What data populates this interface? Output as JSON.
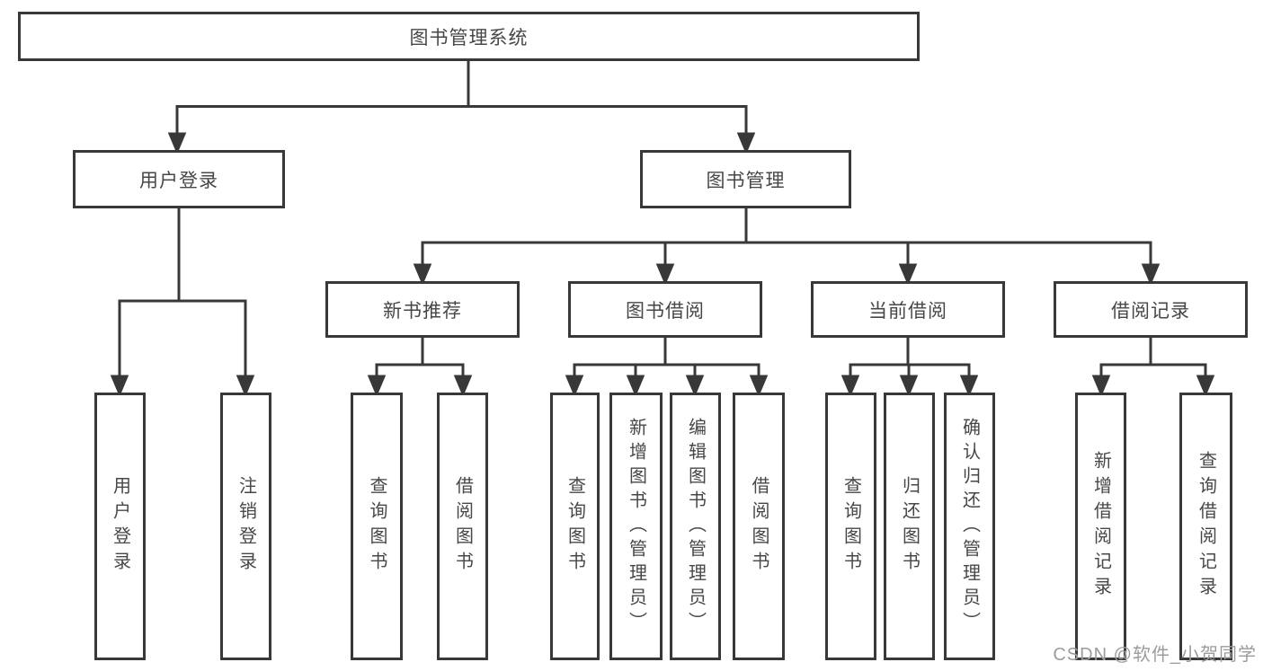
{
  "nodes": {
    "root": "图书管理系统",
    "level2": [
      "用户登录",
      "图书管理"
    ],
    "level3": [
      "新书推荐",
      "图书借阅",
      "当前借阅",
      "借阅记录"
    ]
  },
  "leaves": {
    "user_login": [
      "用户登录",
      "注销登录"
    ],
    "new_books": [
      "查询图书",
      "借阅图书"
    ],
    "book_borrowing": [
      "查询图书",
      "新增图书（管理员）",
      "编辑图书（管理员）",
      "借阅图书"
    ],
    "current_borrowing": [
      "查询图书",
      "归还图书",
      "确认归还（管理员）"
    ],
    "borrowing_records": [
      "新增借阅记录",
      "查询借阅记录"
    ]
  },
  "watermark": "CSDN @软件_小贺同学",
  "colors": {
    "line": "#383838",
    "box_border": "#383838",
    "text": "#474747",
    "watermark": "#9c9c9c",
    "background": "#ffffff"
  }
}
